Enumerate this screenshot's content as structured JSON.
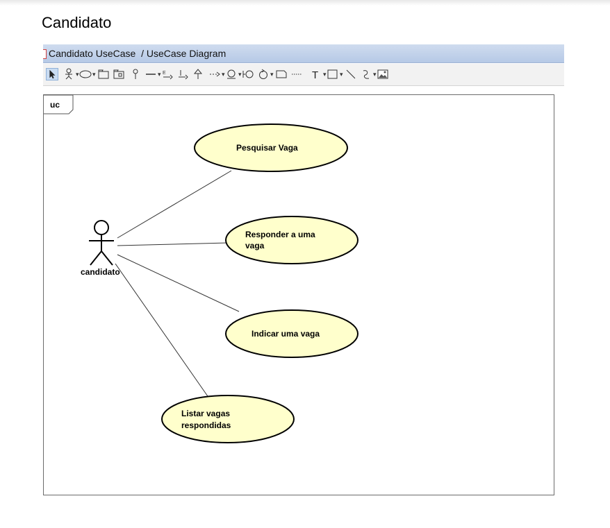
{
  "page": {
    "title": "Candidato"
  },
  "window": {
    "title": "Candidato UseCase  / UseCase Diagram"
  },
  "toolbar": {
    "tools": [
      {
        "name": "select-tool-icon",
        "glyph": "arrow",
        "selected": true
      },
      {
        "name": "actor-tool-icon",
        "glyph": "actor",
        "dropdown": true
      },
      {
        "name": "usecase-tool-icon",
        "glyph": "ellipse",
        "dropdown": true
      },
      {
        "name": "system-boundary-tool-icon",
        "glyph": "folder"
      },
      {
        "name": "package-tool-icon",
        "glyph": "folder2"
      },
      {
        "name": "pin-tool-icon",
        "glyph": "pin"
      },
      {
        "name": "association-tool-icon",
        "glyph": "line",
        "dropdown": true
      },
      {
        "name": "extend-tool-icon",
        "glyph": "extend"
      },
      {
        "name": "include-tool-icon",
        "glyph": "include"
      },
      {
        "name": "generalization-tool-icon",
        "glyph": "gen"
      },
      {
        "name": "dependency-tool-icon",
        "glyph": "dep",
        "dropdown": true
      },
      {
        "name": "boundary-tool-icon",
        "glyph": "boundary",
        "dropdown": true
      },
      {
        "name": "interface-tool-icon",
        "glyph": "iface"
      },
      {
        "name": "control-tool-icon",
        "glyph": "control",
        "dropdown": true
      },
      {
        "name": "note-tool-icon",
        "glyph": "note"
      },
      {
        "name": "note-anchor-tool-icon",
        "glyph": "dots"
      },
      {
        "name": "text-tool-icon",
        "glyph": "T",
        "dropdown": true
      },
      {
        "name": "rectangle-tool-icon",
        "glyph": "rect",
        "dropdown": true
      },
      {
        "name": "line-tool-icon",
        "glyph": "diag"
      },
      {
        "name": "freehand-tool-icon",
        "glyph": "curve",
        "dropdown": true
      },
      {
        "name": "image-tool-icon",
        "glyph": "image"
      }
    ]
  },
  "diagram": {
    "frame_label": "uc",
    "actor": {
      "label": "candidato"
    },
    "use_cases": [
      {
        "id": "pesquisar",
        "lines": [
          "Pesquisar Vaga"
        ]
      },
      {
        "id": "responder",
        "lines": [
          "Responder a uma",
          "vaga"
        ]
      },
      {
        "id": "indicar",
        "lines": [
          "Indicar uma vaga"
        ]
      },
      {
        "id": "listar",
        "lines": [
          "Listar vagas",
          "respondidas"
        ]
      }
    ],
    "colors": {
      "usecase_fill": "#ffffcc",
      "usecase_stroke": "#000000",
      "title_bar": "#c2d3ec",
      "frame_border": "#6b6b6b"
    }
  }
}
